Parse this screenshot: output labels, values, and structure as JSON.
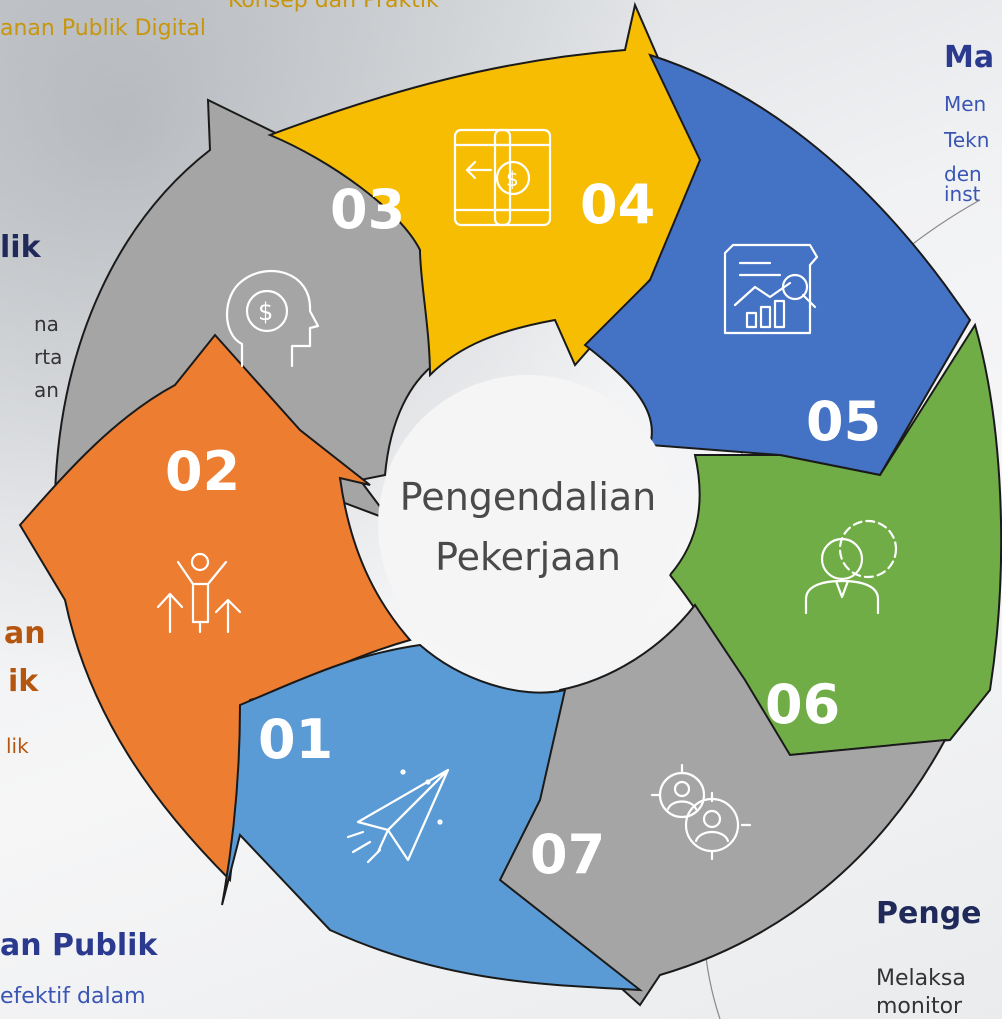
{
  "colors": {
    "yellow": "#f7bd02",
    "blue_dark": "#4472c4",
    "green": "#70ad47",
    "gray": "#a5a5a5",
    "blue_light": "#5b9bd5",
    "orange": "#ed7d31"
  },
  "top_left_caption": {
    "line1": "Konsep dan Praktik",
    "line2": "anan Publik Digital"
  },
  "right_top": {
    "title": "Ma",
    "lines": [
      "Men",
      "Tekn",
      "den",
      "inst"
    ]
  },
  "left_mid": {
    "title": "lik",
    "lines": [
      "na",
      "rta",
      "an"
    ]
  },
  "left_lower": {
    "title_line1": "an",
    "title_line2": "ik",
    "line": "lik"
  },
  "bottom_left": {
    "title": "an Publik",
    "line": "efektif dalam"
  },
  "bottom_right": {
    "title": "Penge",
    "lines": [
      "Melaksa",
      "monitor"
    ]
  },
  "center": {
    "line1": "Pengendalian",
    "line2": "Pekerjaan"
  },
  "segments": [
    {
      "number": "01",
      "icon": "paper-plane-icon"
    },
    {
      "number": "02",
      "icon": "growth-person-icon"
    },
    {
      "number": "03",
      "icon": "money-mind-icon"
    },
    {
      "number": "04",
      "icon": "mobile-payment-icon"
    },
    {
      "number": "05",
      "icon": "report-analysis-icon"
    },
    {
      "number": "06",
      "icon": "person-gear-icon"
    },
    {
      "number": "07",
      "icon": "target-people-icon"
    }
  ]
}
